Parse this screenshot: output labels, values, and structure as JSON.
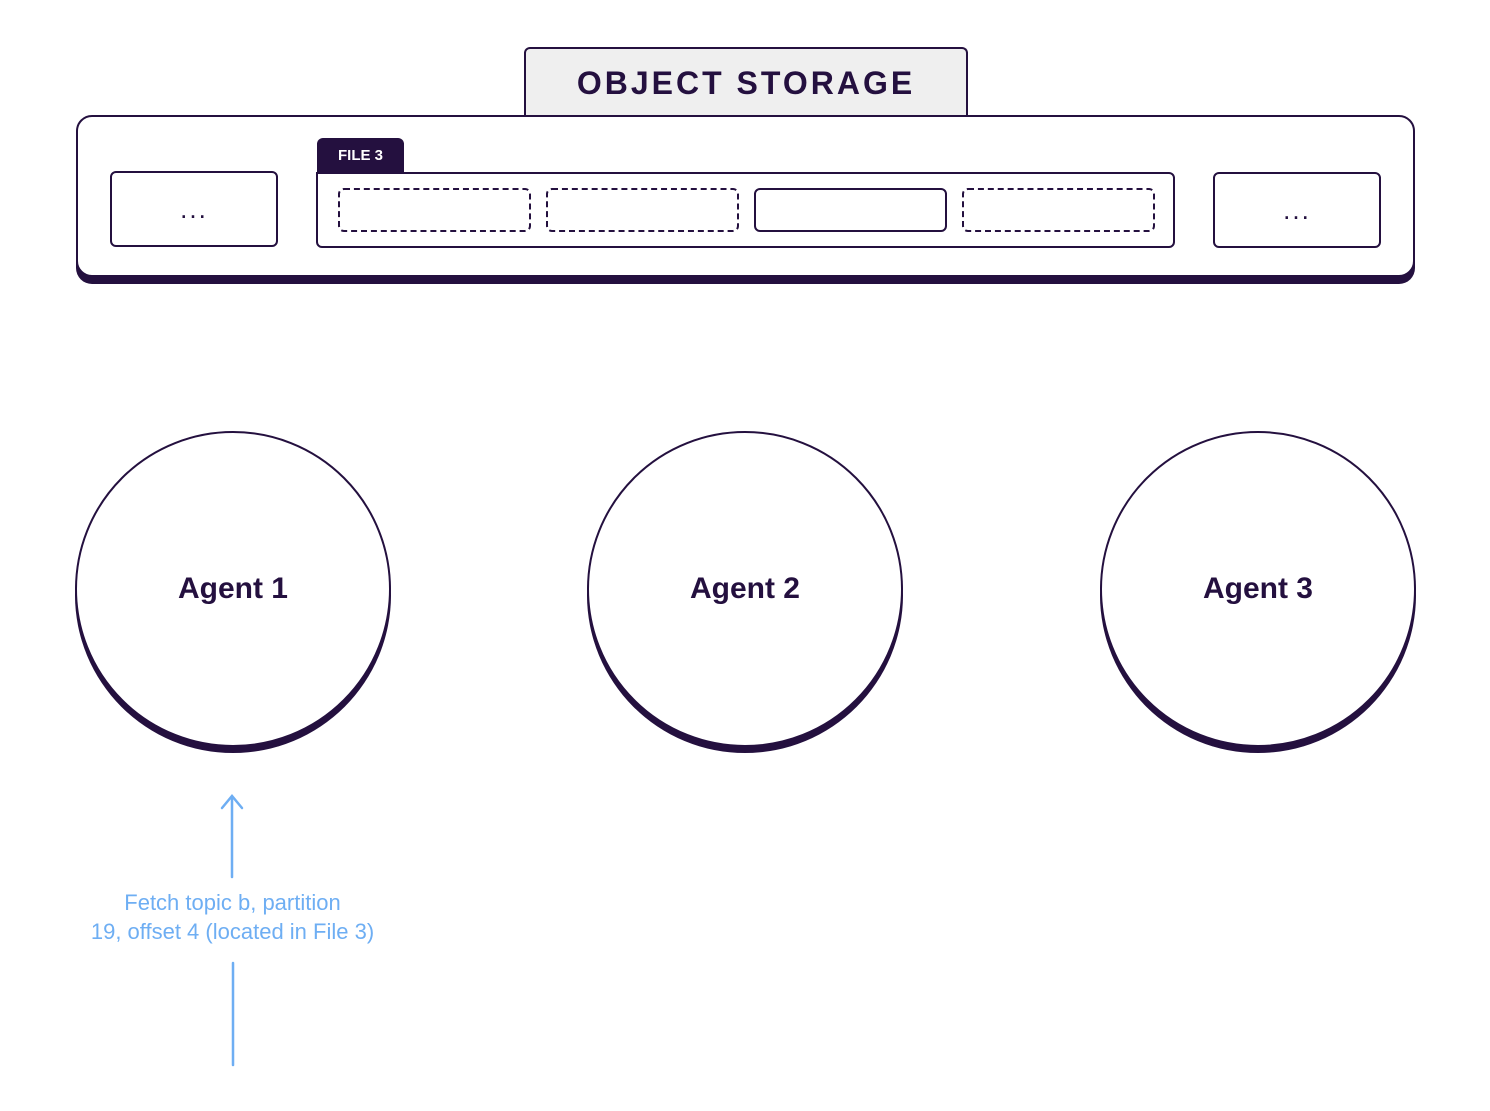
{
  "storage": {
    "title": "OBJECT STORAGE",
    "file_label": "FILE 3",
    "left_placeholder": "...",
    "right_placeholder": "..."
  },
  "agents": [
    {
      "label": "Agent 1"
    },
    {
      "label": "Agent 2"
    },
    {
      "label": "Agent 3"
    }
  ],
  "request": {
    "line1": "Fetch topic b, partition",
    "line2": "19, offset 4 (located in File 3)"
  },
  "colors": {
    "primary": "#24103f",
    "tab_background": "#efefef",
    "request_arrow": "#6eaef3"
  }
}
